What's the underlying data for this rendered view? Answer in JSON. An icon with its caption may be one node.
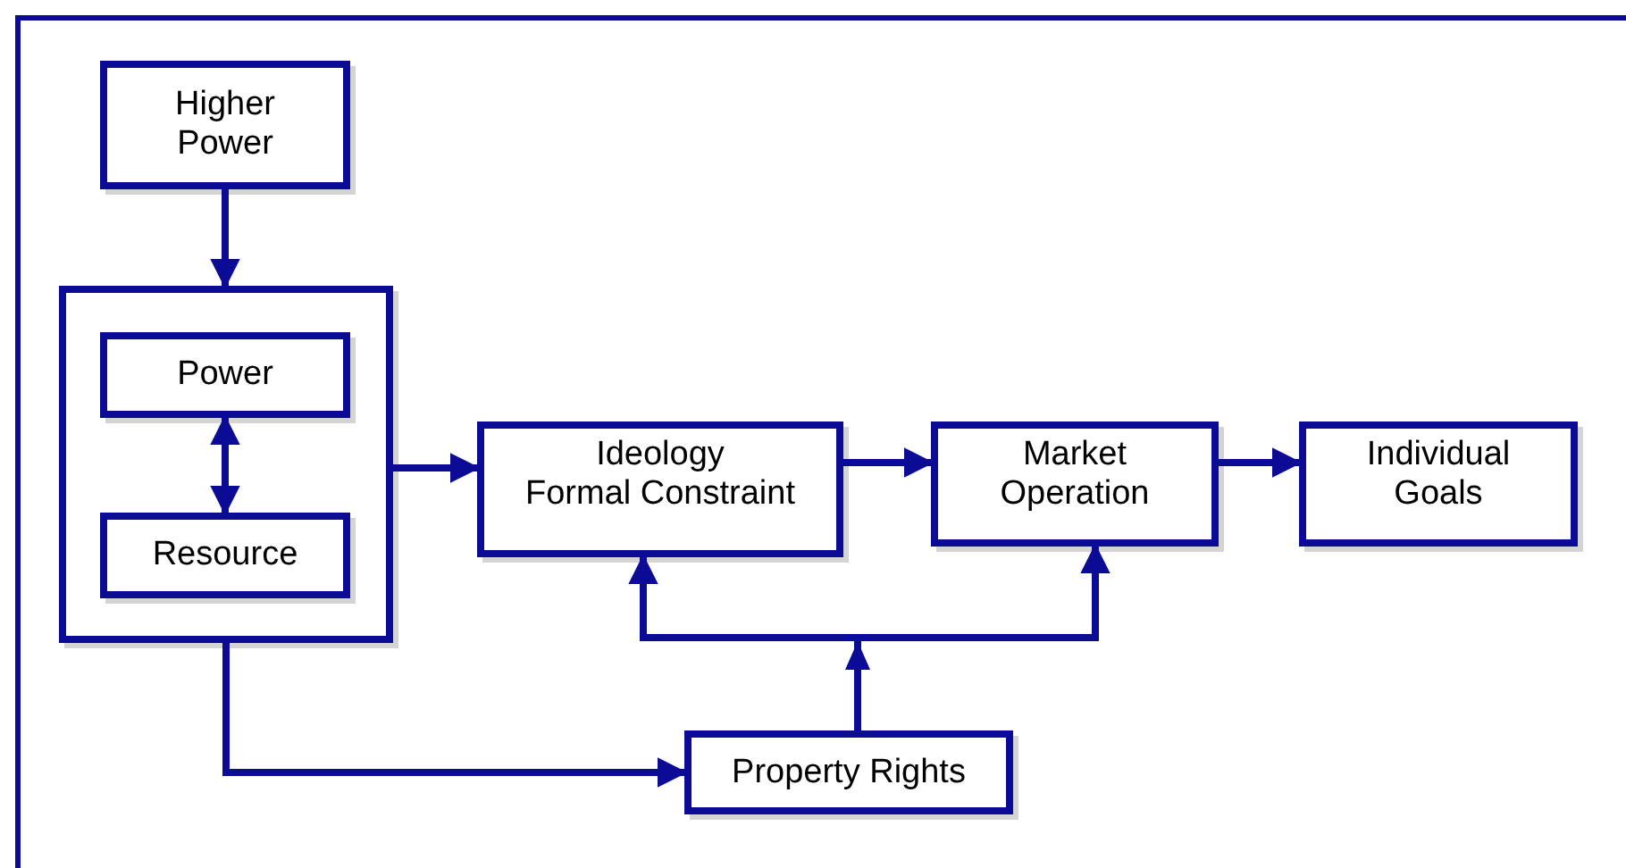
{
  "diagram": {
    "nodes": [
      {
        "text": [
          "Higher Power"
        ]
      },
      {
        "text": [],
        "shape": "box"
      },
      {
        "text": [
          "Power"
        ],
        "in": 1
      },
      {
        "text": [
          "Resource"
        ],
        "in": 1
      },
      {
        "text": [
          "Ideology",
          "Formal Constraint"
        ]
      },
      {
        "text": [
          "Market Operation"
        ]
      },
      {
        "text": [
          "Individual Goals"
        ]
      },
      {
        "text": [
          "Property Rights"
        ]
      }
    ],
    "edges": [
      {
        "from": 0,
        "to": 1,
        "arrow": "to"
      },
      {
        "from": 2,
        "to": 3,
        "arrow": "both"
      },
      {
        "from": 1,
        "to": 4,
        "arrow": "to"
      },
      {
        "from": 4,
        "to": 5,
        "arrow": "to"
      },
      {
        "from": 5,
        "to": 6,
        "arrow": "to"
      },
      {
        "from": 1,
        "to": 7,
        "arrow": "to"
      },
      {
        "from": 7,
        "to": 4,
        "arrow": "to"
      },
      {
        "from": 7,
        "to": 5,
        "arrow": "to"
      }
    ]
  }
}
